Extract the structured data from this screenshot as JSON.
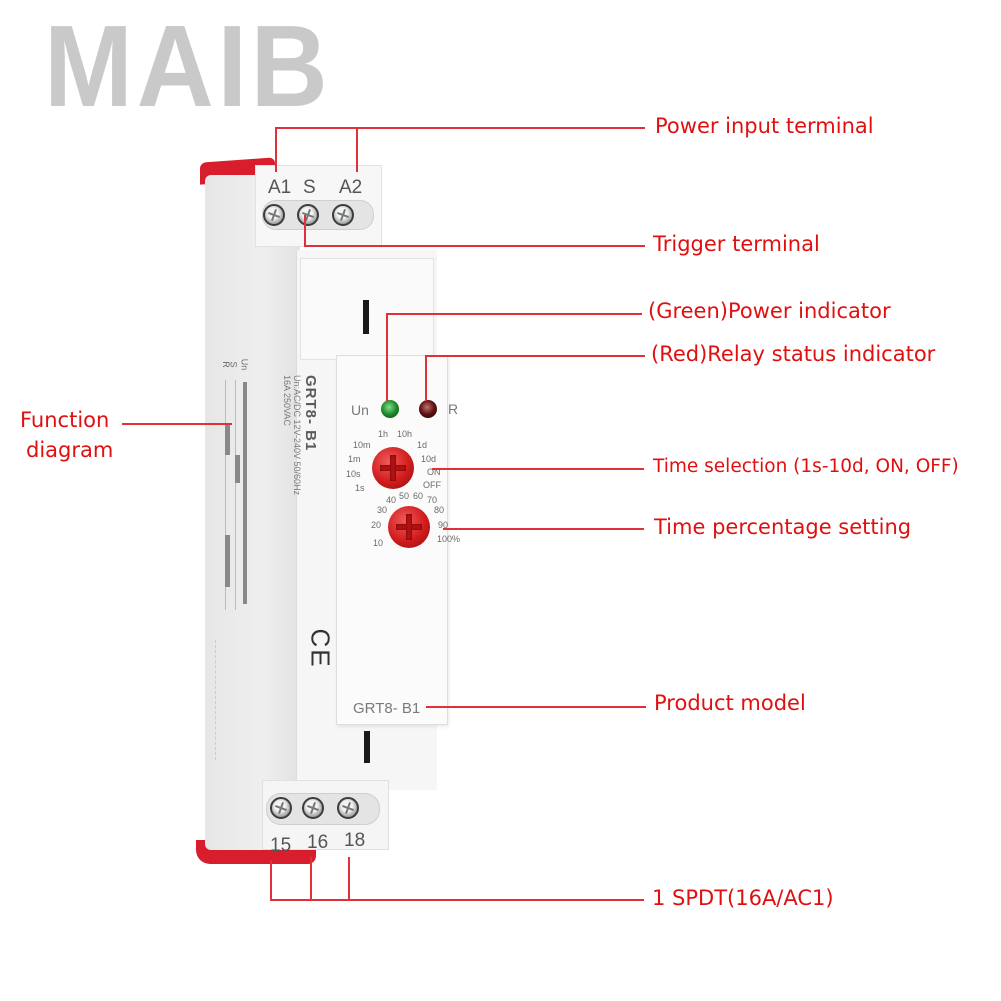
{
  "watermark": "MAIB",
  "device": {
    "model": "GRT8- B1",
    "side_text": {
      "model": "GRT8- B1",
      "rating_line1": "Un:AC/DC 12V-240V 50/60Hz",
      "rating_line2": "16A 250VAC",
      "cert": "CE"
    },
    "top_terminals": [
      "A1",
      "S",
      "A2"
    ],
    "bottom_terminals": [
      "15",
      "16",
      "18"
    ],
    "indicators": {
      "power_label": "Un",
      "relay_label": "R",
      "power_color": "#1f8a2a",
      "relay_color": "#5a1010"
    },
    "time_dial": {
      "labels": [
        "1s",
        "10s",
        "1m",
        "10m",
        "1h",
        "10h",
        "1d",
        "10d",
        "ON",
        "OFF"
      ]
    },
    "percent_dial": {
      "labels": [
        "10",
        "20",
        "30",
        "40",
        "50",
        "60",
        "70",
        "80",
        "90",
        "100%"
      ]
    },
    "diagram_labels": [
      "R",
      "S",
      "Un"
    ]
  },
  "callouts": {
    "power_input": "Power input terminal",
    "trigger": "Trigger terminal",
    "power_indicator": "(Green)Power indicator",
    "relay_indicator": "(Red)Relay status indicator",
    "function_diagram_line1": "Function",
    "function_diagram_line2": "diagram",
    "time_selection": "Time selection (1s-10d, ON, OFF)",
    "time_percentage": "Time percentage setting",
    "product_model": "Product model",
    "contacts": "1 SPDT(16A/AC1)"
  },
  "colors": {
    "callout_text": "#e01010",
    "leader_line": "#e0303a",
    "din_clip": "#d81e2c",
    "body": "#f2f2f2"
  }
}
